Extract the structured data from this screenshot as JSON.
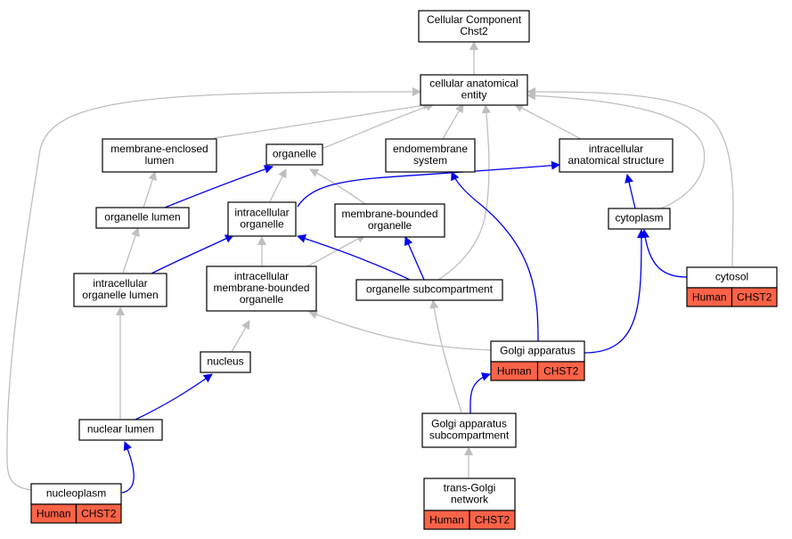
{
  "colors": {
    "is_a_edge": "#bebebe",
    "part_of_edge": "#0000ee",
    "annotation_fill": "#ff6347",
    "node_fill": "#ffffff",
    "node_border": "#000000"
  },
  "nodes": {
    "root": {
      "lines": [
        "Cellular Component",
        "Chst2"
      ]
    },
    "cellular_anatomical_entity": {
      "lines": [
        "cellular anatomical",
        "entity"
      ]
    },
    "membrane_enclosed_lumen": {
      "lines": [
        "membrane-enclosed",
        "lumen"
      ]
    },
    "organelle": {
      "lines": [
        "organelle"
      ]
    },
    "endomembrane_system": {
      "lines": [
        "endomembrane",
        "system"
      ]
    },
    "intracellular_anatomical_structure": {
      "lines": [
        "intracellular",
        "anatomical structure"
      ]
    },
    "organelle_lumen": {
      "lines": [
        "organelle lumen"
      ]
    },
    "intracellular_organelle": {
      "lines": [
        "intracellular",
        "organelle"
      ]
    },
    "membrane_bounded_organelle": {
      "lines": [
        "membrane-bounded",
        "organelle"
      ]
    },
    "cytoplasm": {
      "lines": [
        "cytoplasm"
      ]
    },
    "intracellular_organelle_lumen": {
      "lines": [
        "intracellular",
        "organelle lumen"
      ]
    },
    "intracellular_membrane_bounded_organelle": {
      "lines": [
        "intracellular",
        "membrane-bounded",
        "organelle"
      ]
    },
    "organelle_subcompartment": {
      "lines": [
        "organelle subcompartment"
      ]
    },
    "cytosol": {
      "lines": [
        "cytosol"
      ],
      "species": "Human",
      "gene": "CHST2"
    },
    "nucleus": {
      "lines": [
        "nucleus"
      ]
    },
    "golgi_apparatus": {
      "lines": [
        "Golgi apparatus"
      ],
      "species": "Human",
      "gene": "CHST2"
    },
    "nuclear_lumen": {
      "lines": [
        "nuclear lumen"
      ]
    },
    "golgi_apparatus_subcompartment": {
      "lines": [
        "Golgi apparatus",
        "subcompartment"
      ]
    },
    "nucleoplasm": {
      "lines": [
        "nucleoplasm"
      ],
      "species": "Human",
      "gene": "CHST2"
    },
    "trans_golgi_network": {
      "lines": [
        "trans-Golgi",
        "network"
      ],
      "species": "Human",
      "gene": "CHST2"
    }
  },
  "edges": [
    {
      "from": "cellular_anatomical_entity",
      "to": "root",
      "type": "is_a"
    },
    {
      "from": "membrane_enclosed_lumen",
      "to": "cellular_anatomical_entity",
      "type": "is_a"
    },
    {
      "from": "organelle",
      "to": "cellular_anatomical_entity",
      "type": "is_a"
    },
    {
      "from": "endomembrane_system",
      "to": "cellular_anatomical_entity",
      "type": "is_a"
    },
    {
      "from": "intracellular_anatomical_structure",
      "to": "cellular_anatomical_entity",
      "type": "is_a"
    },
    {
      "from": "organelle_subcompartment",
      "to": "cellular_anatomical_entity",
      "type": "is_a"
    },
    {
      "from": "cytoplasm",
      "to": "cellular_anatomical_entity",
      "type": "is_a"
    },
    {
      "from": "cytosol",
      "to": "cellular_anatomical_entity",
      "type": "is_a"
    },
    {
      "from": "nucleoplasm",
      "to": "cellular_anatomical_entity",
      "type": "is_a"
    },
    {
      "from": "organelle_lumen",
      "to": "membrane_enclosed_lumen",
      "type": "is_a"
    },
    {
      "from": "organelle_lumen",
      "to": "organelle",
      "type": "part_of"
    },
    {
      "from": "intracellular_organelle",
      "to": "organelle",
      "type": "is_a"
    },
    {
      "from": "membrane_bounded_organelle",
      "to": "organelle",
      "type": "is_a"
    },
    {
      "from": "intracellular_organelle",
      "to": "intracellular_anatomical_structure",
      "type": "part_of"
    },
    {
      "from": "cytoplasm",
      "to": "intracellular_anatomical_structure",
      "type": "part_of"
    },
    {
      "from": "intracellular_organelle_lumen",
      "to": "organelle_lumen",
      "type": "is_a"
    },
    {
      "from": "intracellular_organelle_lumen",
      "to": "intracellular_organelle",
      "type": "part_of"
    },
    {
      "from": "intracellular_membrane_bounded_organelle",
      "to": "intracellular_organelle",
      "type": "is_a"
    },
    {
      "from": "intracellular_membrane_bounded_organelle",
      "to": "membrane_bounded_organelle",
      "type": "is_a"
    },
    {
      "from": "organelle_subcompartment",
      "to": "intracellular_organelle",
      "type": "part_of"
    },
    {
      "from": "organelle_subcompartment",
      "to": "membrane_bounded_organelle",
      "type": "part_of"
    },
    {
      "from": "cytosol",
      "to": "cytoplasm",
      "type": "part_of"
    },
    {
      "from": "golgi_apparatus",
      "to": "cytoplasm",
      "type": "part_of"
    },
    {
      "from": "golgi_apparatus",
      "to": "endomembrane_system",
      "type": "part_of"
    },
    {
      "from": "golgi_apparatus",
      "to": "intracellular_membrane_bounded_organelle",
      "type": "is_a"
    },
    {
      "from": "nucleus",
      "to": "intracellular_membrane_bounded_organelle",
      "type": "is_a"
    },
    {
      "from": "nuclear_lumen",
      "to": "intracellular_organelle_lumen",
      "type": "is_a"
    },
    {
      "from": "nuclear_lumen",
      "to": "nucleus",
      "type": "part_of"
    },
    {
      "from": "golgi_apparatus_subcompartment",
      "to": "organelle_subcompartment",
      "type": "is_a"
    },
    {
      "from": "golgi_apparatus_subcompartment",
      "to": "golgi_apparatus",
      "type": "part_of"
    },
    {
      "from": "nucleoplasm",
      "to": "nuclear_lumen",
      "type": "part_of"
    },
    {
      "from": "trans_golgi_network",
      "to": "golgi_apparatus_subcompartment",
      "type": "is_a"
    }
  ]
}
